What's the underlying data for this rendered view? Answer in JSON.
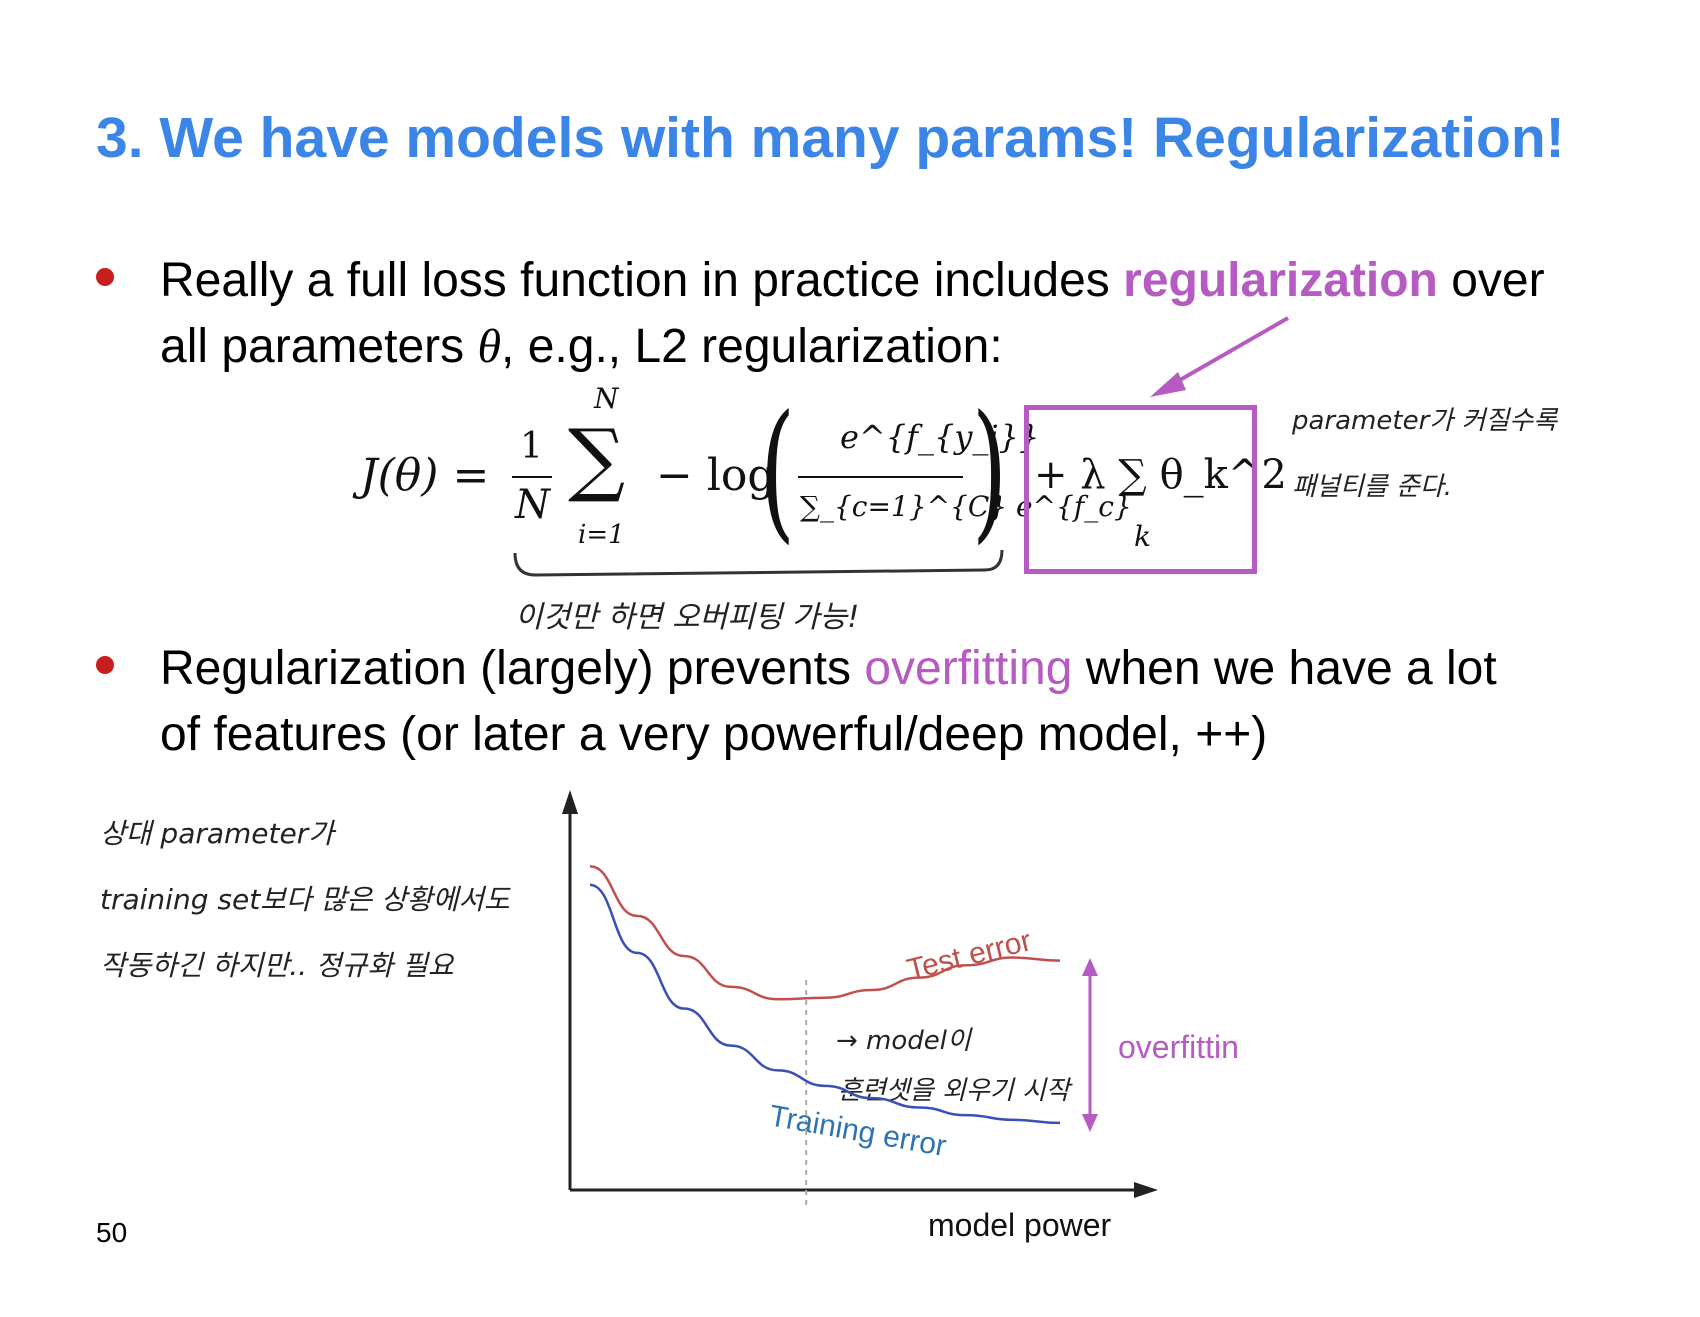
{
  "title": "3. We have models with many params! Regularization!",
  "bullets": [
    {
      "line1_before": "Really a full loss function in practice includes ",
      "line1_highlight": "regularization",
      "line1_after": " over",
      "line2_before": "all parameters ",
      "line2_symbol": "θ",
      "line2_after": ", e.g., L2 regularization:"
    },
    {
      "line1_before": "Regularization (largely) prevents ",
      "line1_highlight": "overfitting",
      "line1_after": " when we have a lot",
      "line2": "of features (or later a very powerful/deep model, ++)"
    }
  ],
  "formula": {
    "lhs": "J(θ) =",
    "frac_num": "1",
    "frac_den": "N",
    "sum_upper": "N",
    "sum_lower": "i=1",
    "minus_log": "− log",
    "inner_num": "e^{f_{y_i}}",
    "inner_den": "∑_{c=1}^{C} e^{f_c}",
    "reg_term": "+ λ ∑ θ_k^2",
    "reg_sum_lower": "k"
  },
  "handwritten": {
    "under_brace": "이것만 하면 오버피팅 가능!",
    "right_of_box_line1": "parameter가 커질수록",
    "right_of_box_line2": "패널티를 준다.",
    "left_line1": "상대 parameter가",
    "left_line2": "training set보다 많은 상황에서도",
    "left_line3": "작동하긴 하지만.. 정규화 필요",
    "chart_note_line1": "→ model이",
    "chart_note_line2": "훈련셋을 외우기 시작"
  },
  "chart_data": {
    "type": "line",
    "xlabel": "model power",
    "ylabel": "",
    "series": [
      {
        "name": "Test error",
        "color": "#c0504d",
        "x": [
          0,
          1,
          2,
          3,
          4,
          5,
          6,
          7,
          8,
          9,
          10
        ],
        "values": [
          9.5,
          7.9,
          6.6,
          5.6,
          5.2,
          5.25,
          5.5,
          5.9,
          6.3,
          6.55,
          6.45
        ]
      },
      {
        "name": "Training error",
        "color": "#3b4fb5",
        "x": [
          0,
          1,
          2,
          3,
          4,
          5,
          6,
          7,
          8,
          9,
          10
        ],
        "values": [
          8.9,
          6.7,
          4.9,
          3.7,
          2.9,
          2.4,
          2.0,
          1.7,
          1.45,
          1.3,
          1.2
        ]
      }
    ],
    "xlim": [
      0,
      10
    ],
    "ylim": [
      0,
      11
    ],
    "annotation": "overfitting",
    "annotation_color": "#b55bc1",
    "dashed_marker_x": 4.6
  },
  "page_number": "50",
  "colors": {
    "title": "#3a85e5",
    "accent": "#b55bc1",
    "bullet_dot": "#c81e1e"
  }
}
